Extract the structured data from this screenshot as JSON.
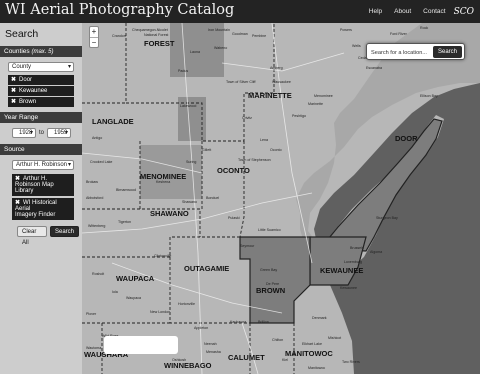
{
  "app": {
    "title": "WI Aerial Photography Catalog"
  },
  "nav": {
    "help": "Help",
    "about": "About",
    "contact": "Contact",
    "logo": "SCO"
  },
  "sidebar": {
    "search_title": "Search",
    "counties": {
      "header": "Counties",
      "header_note": "(max. 5)",
      "select_value": "County",
      "chips": [
        "Door",
        "Kewaunee",
        "Brown"
      ]
    },
    "year_range": {
      "header": "Year Range",
      "from": "1928",
      "to_label": "to",
      "to": "1959"
    },
    "source": {
      "header": "Source",
      "select_value": "Arthur H. Robinson",
      "chips": [
        {
          "line1": "Arthur H.",
          "line2": "Robinson Map Library"
        },
        {
          "line1": "WI Historical Aerial",
          "line2": "Imagery Finder"
        }
      ]
    },
    "buttons": {
      "clear": "Clear All",
      "search": "Search"
    }
  },
  "map": {
    "zoom_in": "+",
    "zoom_out": "−",
    "location_search": {
      "placeholder": "Search for a location...",
      "button": "Search"
    },
    "county_labels": [
      "FOREST",
      "MARINETTE",
      "LANGLADE",
      "MENOMINEE",
      "OCONTO",
      "DOOR",
      "SHAWANO",
      "KEWAUNEE",
      "BROWN",
      "WAUPACA",
      "OUTAGAMIE",
      "CALUMET",
      "MANITOWOC",
      "WINNEBAGO",
      "WAUSHARA"
    ],
    "place_labels": [
      "Chequamegon-Nicolet",
      "National Forest",
      "Crandon",
      "Laona",
      "Wabeno",
      "Pembine",
      "Goodman",
      "Powers",
      "Ford River",
      "Rock",
      "Cedar River",
      "Escanaba",
      "Wells",
      "Bark River",
      "Padus",
      "Lakewood",
      "Crivitz",
      "Town of Silver Cliff",
      "Amberg",
      "Wausaukee",
      "Marinette",
      "Peshtigo",
      "Oconto",
      "Menominee",
      "Lena",
      "Suring",
      "Gillett",
      "Shawano",
      "Bonduel",
      "Pulaski",
      "Green Bay",
      "De Pere",
      "Brussels",
      "Sturgeon Bay",
      "Algoma",
      "Kewaunee",
      "Luxemburg",
      "Denmark",
      "Mishicot",
      "Two Rivers",
      "Manitowoc",
      "Chilton",
      "New London",
      "Appleton",
      "Neenah",
      "Oshkosh",
      "Menasha",
      "Waupaca",
      "Clintonville",
      "Antigo",
      "Wittenberg",
      "Tigerton",
      "Ellison Bay",
      "Little Suamico",
      "Hortonville",
      "Kaukauna",
      "Brillion",
      "Kiel",
      "Rosholt",
      "Iola",
      "Wild Rose",
      "Redgranite",
      "Wautoma",
      "Plover",
      "Brokaw",
      "Birnamwood",
      "Crooked Lake",
      "Abbotsford",
      "Seymour",
      "Elkhart Lake",
      "Keshena",
      "Town of Stephenson",
      "Iron Mountain"
    ],
    "colors": {
      "selected_county": "#7d7d7d",
      "water_dark": "#606060",
      "water_light": "#a8a8a8",
      "land": "#b7b7b7"
    }
  }
}
